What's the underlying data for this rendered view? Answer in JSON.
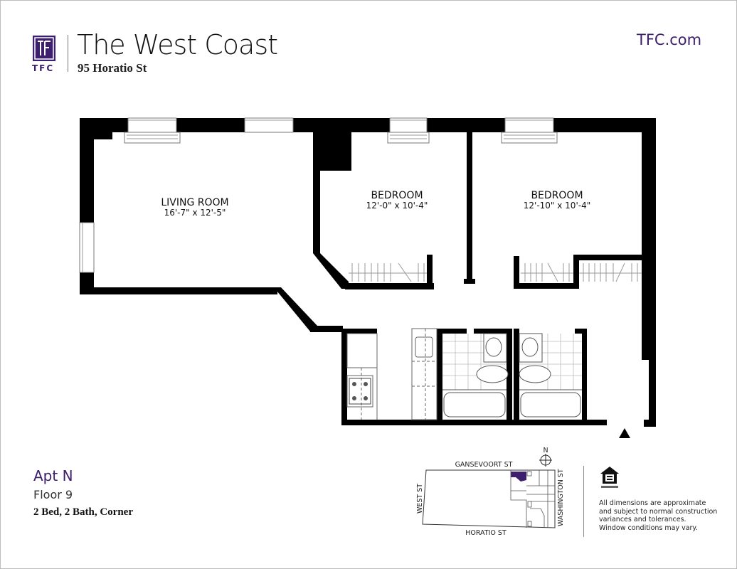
{
  "header": {
    "logo_text": "TFC",
    "title": "The West Coast",
    "address": "95 Horatio St",
    "website": "TFC.com"
  },
  "rooms": [
    {
      "label": "LIVING ROOM",
      "dimensions": "16'-7\" x 12'-5\""
    },
    {
      "label": "BEDROOM",
      "dimensions": "12'-0\" x 10'-4\""
    },
    {
      "label": "BEDROOM",
      "dimensions": "12'-10\" x 10'-4\""
    }
  ],
  "unit": {
    "apt": "Apt N",
    "floor": "Floor 9",
    "summary": "2 Bed, 2 Bath, Corner"
  },
  "keymap": {
    "north_label": "N",
    "streets": {
      "top": "GANSEVOORT ST",
      "left": "WEST ST",
      "right": "WASHINGTON ST",
      "bottom": "HORATIO ST"
    }
  },
  "disclaimer": {
    "lines": [
      "All dimensions are approximate",
      "and subject to normal construction",
      "variances and tolerances.",
      "Window conditions may vary."
    ]
  },
  "colors": {
    "brand_purple": "#3d1f6d",
    "wall": "#000000"
  },
  "icons": {
    "logo": "tfc-logo-icon",
    "entry": "entry-triangle-icon",
    "north": "compass-north-icon",
    "equal_housing": "equal-housing-icon"
  }
}
